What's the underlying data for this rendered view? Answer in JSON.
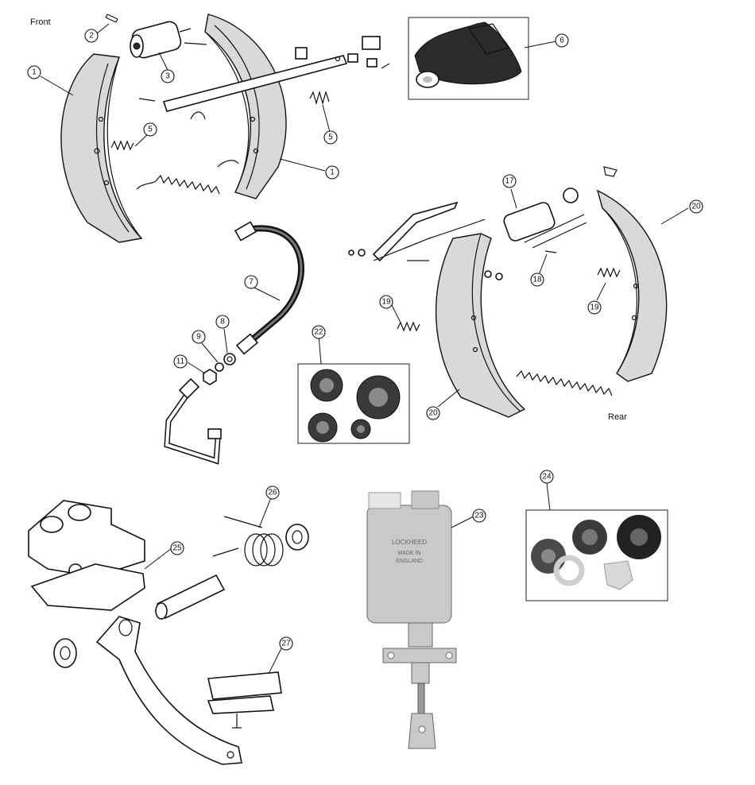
{
  "sections": {
    "front_label": "Front",
    "rear_label": "Rear"
  },
  "callouts": [
    "1",
    "2",
    "3",
    "5",
    "6",
    "7",
    "8",
    "9",
    "11",
    "17",
    "18",
    "19",
    "20",
    "22",
    "23",
    "24",
    "25",
    "26",
    "27"
  ],
  "cylinder_text": {
    "brand": "LOCKHEED",
    "line2": "MADE IN",
    "line3": "ENGLAND"
  }
}
